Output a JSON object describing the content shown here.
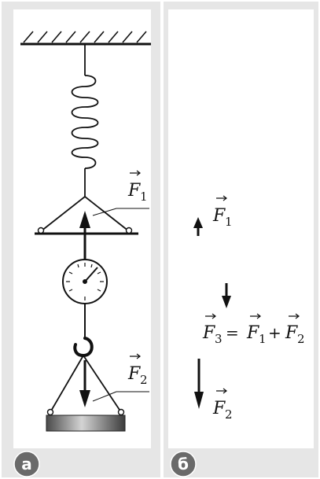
{
  "panel_a": {
    "badge": "а",
    "vector_upper": {
      "letter": "F",
      "subscript": "1"
    },
    "vector_lower": {
      "letter": "F",
      "subscript": "2"
    }
  },
  "panel_b": {
    "badge": "б",
    "f1": {
      "letter": "F",
      "subscript": "1"
    },
    "equation": {
      "lhs": {
        "letter": "F",
        "subscript": "3"
      },
      "equals": "=",
      "term1": {
        "letter": "F",
        "subscript": "1"
      },
      "plus": "+",
      "term2": {
        "letter": "F",
        "subscript": "2"
      }
    },
    "f2": {
      "letter": "F",
      "subscript": "2"
    }
  },
  "colors": {
    "panel_background": "#e6e6e6",
    "badge_fill": "#6a6a6a",
    "ink": "#111111"
  }
}
